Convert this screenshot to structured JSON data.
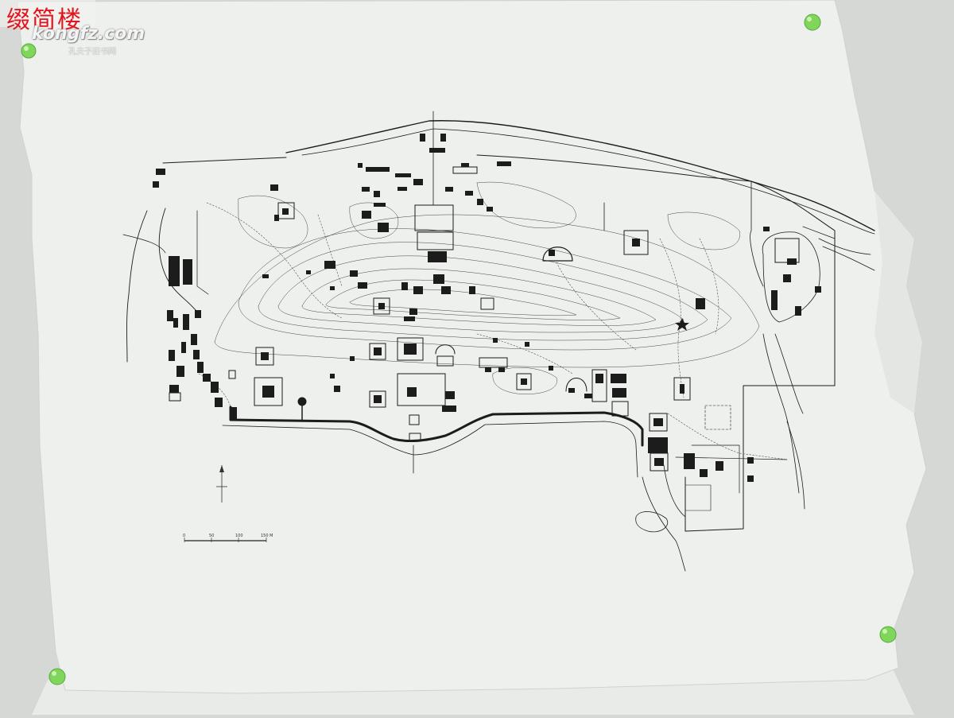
{
  "watermark": {
    "text": "缀简楼",
    "color": "#e3141d"
  },
  "logo": {
    "site": "kongfz.com",
    "name": "孔夫子旧书网"
  },
  "scale_bar": {
    "labels": [
      "0",
      "50",
      "100",
      "150 M"
    ]
  },
  "colors": {
    "wall": "#d6d8d5",
    "paper": "#eef0ed",
    "ink": "#1c1c1c",
    "pin": "#7fd65a"
  },
  "icons": [
    "push-pin-icon",
    "north-arrow-icon",
    "scale-bar-icon"
  ]
}
